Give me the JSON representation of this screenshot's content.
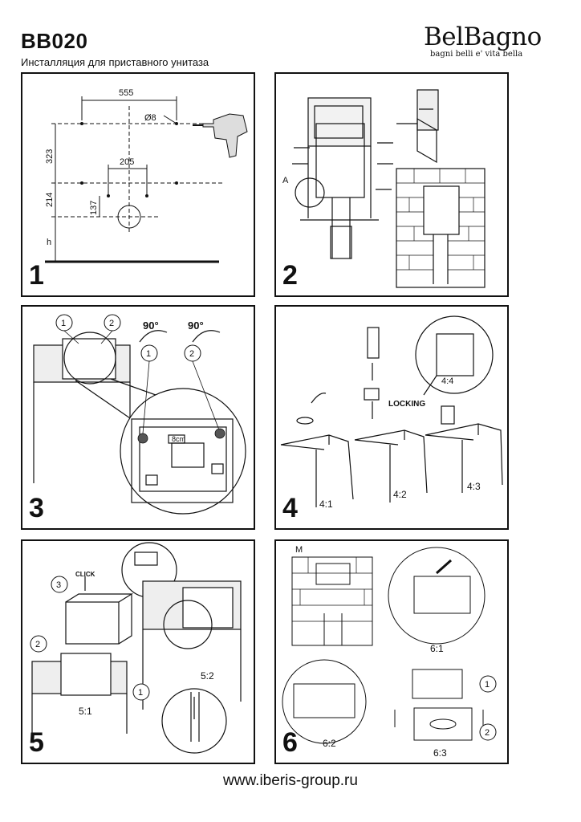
{
  "header": {
    "model": "BB020",
    "subtitle": "Инсталляция для приставного унитаза",
    "brand": "BelBagno",
    "brand_tagline": "bagni belli e' vita bella"
  },
  "panels": [
    {
      "number": "1",
      "labels": {
        "width_total": "555",
        "diameter": "Ø8",
        "height_upper": "323",
        "width_inner": "205",
        "height_middle": "214",
        "height_lower": "137",
        "height_floor": "h"
      }
    },
    {
      "number": "2",
      "labels": {
        "detail": "A"
      }
    },
    {
      "number": "3",
      "labels": {
        "callout_1": "1",
        "callout_2": "2",
        "rotation_1": "90°",
        "rotation_2": "90°",
        "rotation_callout_1": "1",
        "rotation_callout_2": "2",
        "dimension_mark": "8cm"
      }
    },
    {
      "number": "4",
      "labels": {
        "step_1": "4:1",
        "step_2": "4:2",
        "step_3": "4:3",
        "step_4": "4:4",
        "locking": "LOCKING"
      }
    },
    {
      "number": "5",
      "labels": {
        "step_1": "5:1",
        "step_2": "5:2",
        "click": "CLICK",
        "callout_1": "1",
        "callout_2": "2",
        "callout_3": "3"
      }
    },
    {
      "number": "6",
      "labels": {
        "step_1": "6:1",
        "step_2": "6:2",
        "step_3": "6:3",
        "marker": "M",
        "callout_1": "1",
        "callout_2": "2"
      }
    }
  ],
  "footer": {
    "website": "www.iberis-group.ru"
  },
  "colors": {
    "ink": "#111111",
    "paper": "#ffffff",
    "wall_brick": "#ffffff",
    "shade": "#9a9a9a"
  }
}
